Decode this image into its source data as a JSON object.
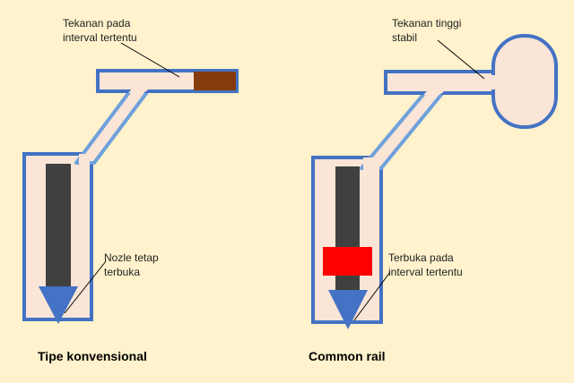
{
  "colors": {
    "background": "#FFF2CC",
    "body_fill": "#FBE5D6",
    "outline": "#4472C4",
    "outline_light": "#6FA0DC",
    "needle": "#404040",
    "tip": "#4472C4",
    "pump_valve": "#843C0C",
    "solenoid": "#FF0000",
    "leader_line": "#000000"
  },
  "left": {
    "caption": "Tipe konvensional",
    "pressure_note": "Tekanan pada\ninterval tertentu",
    "nozzle_note": "Nozle tetap\nterbuka",
    "valve_icon": "pump-valve-block"
  },
  "right": {
    "caption": "Common rail",
    "pressure_note": "Tekanan tinggi\nstabil",
    "nozzle_note": "Terbuka pada\ninterval tertentu",
    "reservoir_icon": "pressure-accumulator",
    "solenoid_icon": "solenoid-block"
  }
}
